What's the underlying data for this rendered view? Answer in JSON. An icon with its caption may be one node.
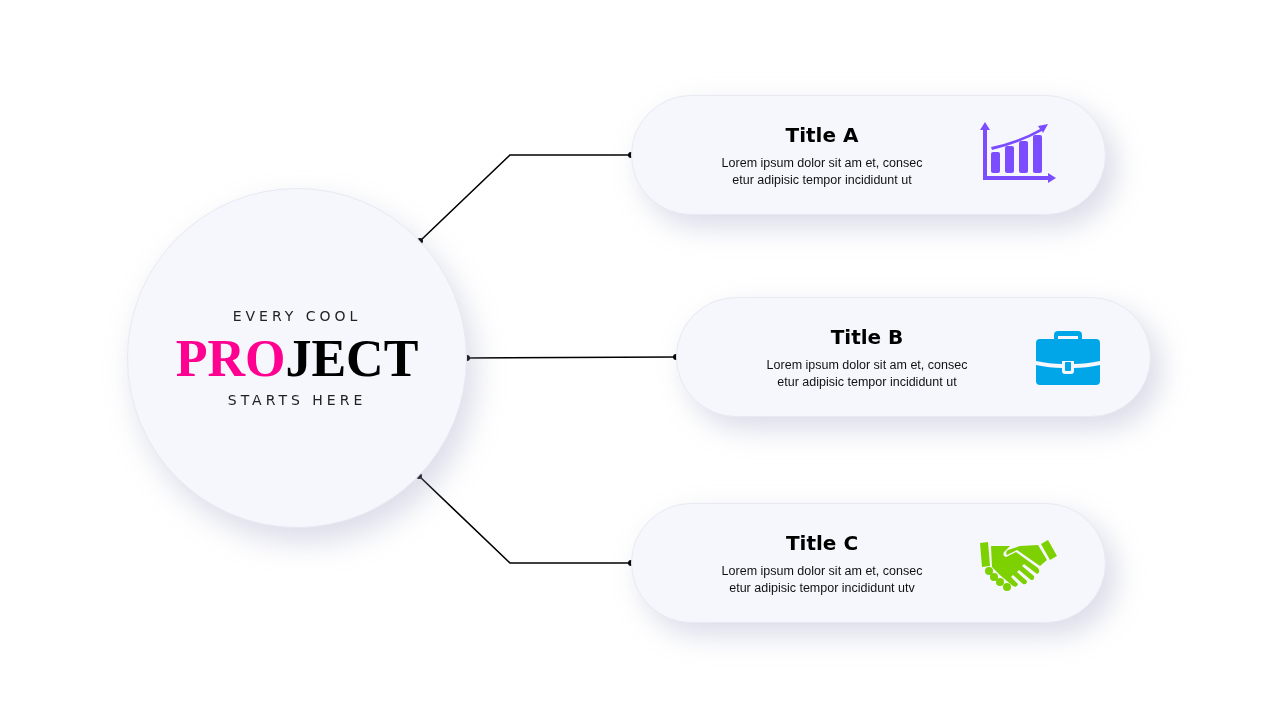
{
  "diagram": {
    "nodes": [
      {
        "text": [
          "EVERY COOL",
          "PROJECT",
          "STARTS HERE"
        ]
      },
      {
        "text": [
          "Title A",
          "Lorem ipsum dolor sit am et, consec etur adipisic tempor incididunt ut"
        ]
      },
      {
        "text": [
          "Title B",
          "Lorem ipsum dolor sit am et, consec etur adipisic tempor incididunt ut"
        ]
      },
      {
        "text": [
          "Title C",
          "Lorem ipsum dolor sit am et, consec etur adipisic tempor incididunt utv"
        ]
      }
    ],
    "edges": [
      {
        "from": 0,
        "to": 1,
        "arrow": "other"
      },
      {
        "from": 0,
        "to": 2,
        "arrow": "other"
      },
      {
        "from": 0,
        "to": 3,
        "arrow": "other"
      }
    ]
  }
}
